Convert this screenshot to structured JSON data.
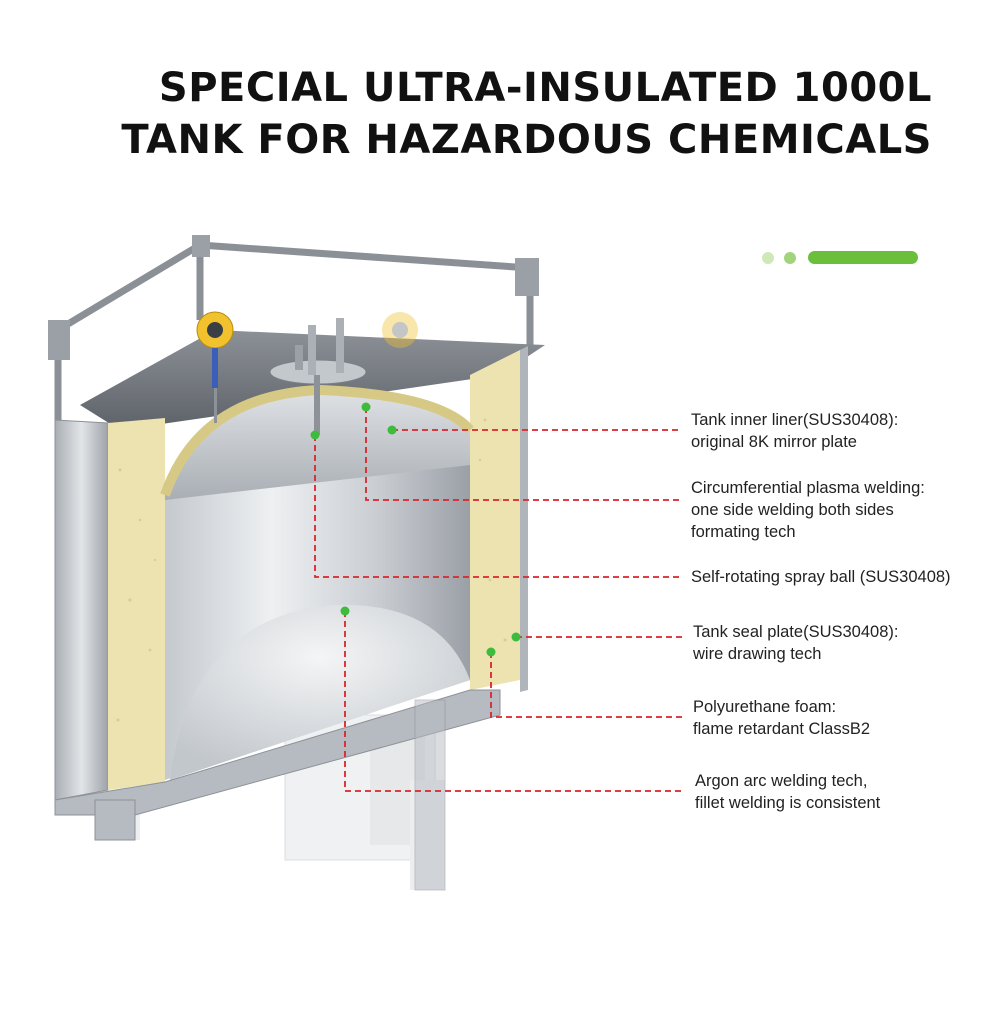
{
  "title": {
    "line1": "SPECIAL ULTRA-INSULATED 1000L",
    "line2": "TANK FOR HAZARDOUS CHEMICALS"
  },
  "colors": {
    "accent_green": "#6cbf3a",
    "leader_red": "#d8262b",
    "marker_green": "#3dbb3d",
    "foam": "#ece3b0",
    "steel": "#b9bec4"
  },
  "callouts": [
    {
      "id": "inner-liner",
      "lines": [
        "Tank inner liner(SUS30408):",
        "original 8K mirror plate"
      ]
    },
    {
      "id": "plasma-welding",
      "lines": [
        "Circumferential plasma welding:",
        "one side welding both sides",
        "formating  tech"
      ]
    },
    {
      "id": "spray-ball",
      "lines": [
        "Self-rotating spray ball (SUS30408)"
      ]
    },
    {
      "id": "seal-plate",
      "lines": [
        "Tank seal plate(SUS30408):",
        "wire drawing tech"
      ]
    },
    {
      "id": "polyurethane-foam",
      "lines": [
        "Polyurethane foam:",
        "flame retardant ClassB2"
      ]
    },
    {
      "id": "argon-welding",
      "lines": [
        "Argon arc welding tech,",
        "fillet welding is consistent"
      ]
    }
  ]
}
